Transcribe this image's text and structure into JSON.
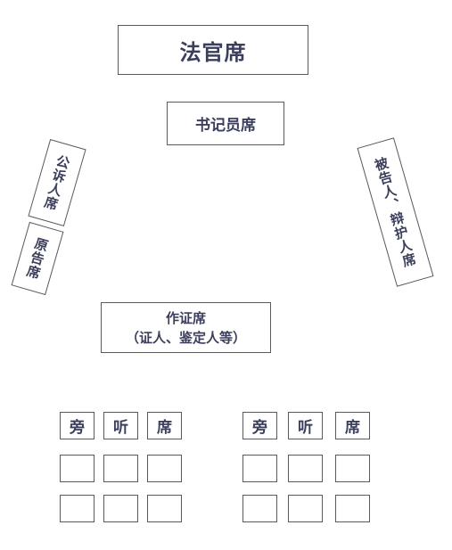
{
  "judge_seat": "法官席",
  "clerk_seat": "书记员席",
  "prosecutor_seat": "公诉人席",
  "plaintiff_seat": "原告席",
  "defendant_seat": "被告人、辩护人席",
  "witness_seat": {
    "line1": "作证席",
    "line2": "（证人、鉴定人等）"
  },
  "gallery_left": [
    "旁",
    "听",
    "席"
  ],
  "gallery_right": [
    "旁",
    "听",
    "席"
  ]
}
